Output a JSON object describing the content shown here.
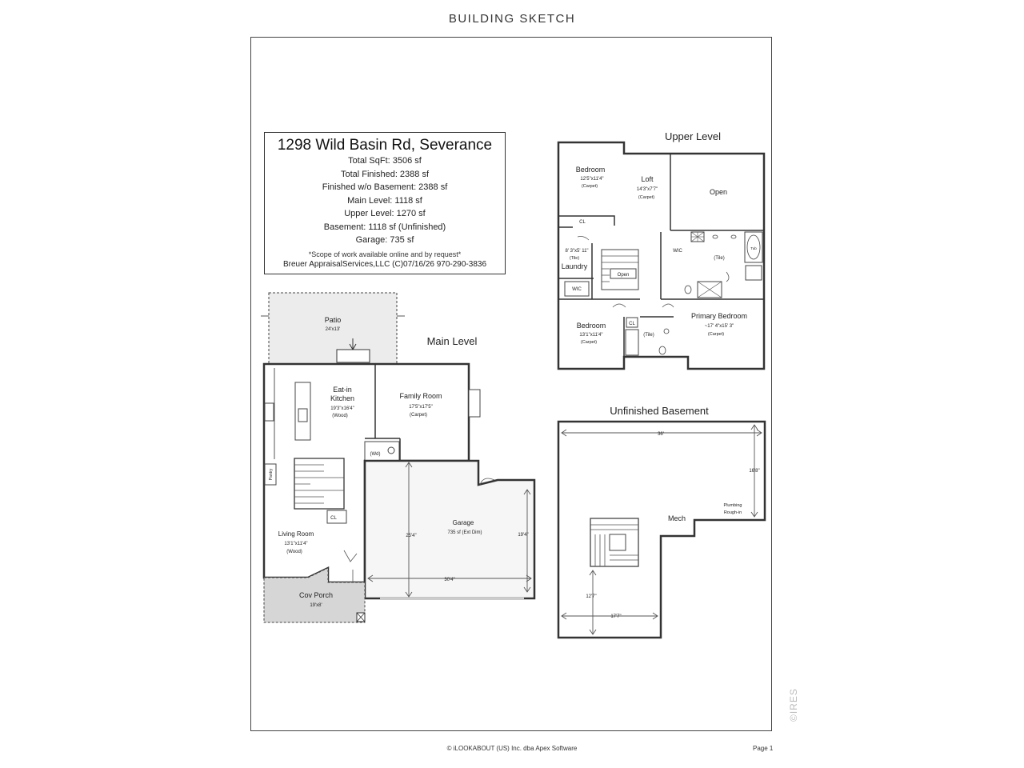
{
  "page": {
    "title": "BUILDING SKETCH"
  },
  "info": {
    "address": "1298 Wild Basin Rd, Severance",
    "lines": [
      "Total SqFt: 3506 sf",
      "Total Finished: 2388 sf",
      "Finished w/o Basement: 2388 sf",
      "Main Level: 1118 sf",
      "Upper Level: 1270 sf",
      "Basement: 1118 sf (Unfinished)",
      "Garage: 735 sf"
    ],
    "note": "*Scope of work available online and by request*",
    "credit": "Breuer AppraisalServices,LLC (C)07/16/26 970-290-3836"
  },
  "levels": {
    "main": "Main Level",
    "upper": "Upper Level",
    "basement": "Unfinished Basement"
  },
  "main_rooms": {
    "patio": {
      "name": "Patio",
      "dim": "24'x13'"
    },
    "kitchen": {
      "name1": "Eat-in",
      "name2": "Kitchen",
      "dim": "19'3\"x16'4\"",
      "floor": "(Wood)"
    },
    "family": {
      "name": "Family Room",
      "dim": "17'5\"x17'5\"",
      "floor": "(Carpet)"
    },
    "garage": {
      "name": "Garage",
      "dim": "735 sf (Ext Dim)",
      "d1": "25'4\"",
      "d2": "19'4\"",
      "d3": "30'4\""
    },
    "living": {
      "name": "Living Room",
      "dim": "13'1\"x11'4\"",
      "floor": "(Wood)"
    },
    "porch": {
      "name": "Cov Porch",
      "dim": "19'x8'"
    },
    "pantry": "Pantry",
    "cl": "CL",
    "wd": "(Wd)"
  },
  "upper_rooms": {
    "bed1": {
      "name": "Bedroom",
      "dim": "12'5\"x11'4\"",
      "floor": "(Carpet)"
    },
    "loft": {
      "name": "Loft",
      "dim": "14'3\"x7'7\"",
      "floor": "(Carpet)"
    },
    "open1": "Open",
    "cl1": "CL",
    "laundry": {
      "dim": "8' 3\"x5' 11\"",
      "floor": "(Tile)",
      "name": "Laundry"
    },
    "open2": "Open",
    "wic1": "WIC",
    "wic2": "WIC",
    "bath_tile": "(Tile)",
    "tub": "Tub",
    "bed2": {
      "name": "Bedroom",
      "dim": "13'1\"x11'4\"",
      "floor": "(Carpet)"
    },
    "cl2": "CL",
    "bath2_tile": "(Tile)",
    "primary": {
      "name": "Primary Bedroom",
      "dim": "~17' 4\"x15' 3\"",
      "floor": "(Carpet)"
    }
  },
  "basement": {
    "mech": "Mech",
    "plumbing1": "Plumbing",
    "plumbing2": "Rough-in",
    "d_top": "36'",
    "d_right": "16'8\"",
    "d_left": "12'7\"",
    "d_bottom": "17'7\""
  },
  "footer": {
    "center": "© iLOOKABOUT (US) Inc. dba Apex Software",
    "page": "Page 1",
    "watermark": "©IRES"
  },
  "colors": {
    "wall": "#333333",
    "porch_fill": "#d6d6d6",
    "patio_fill": "#ececec",
    "line": "#555555"
  }
}
